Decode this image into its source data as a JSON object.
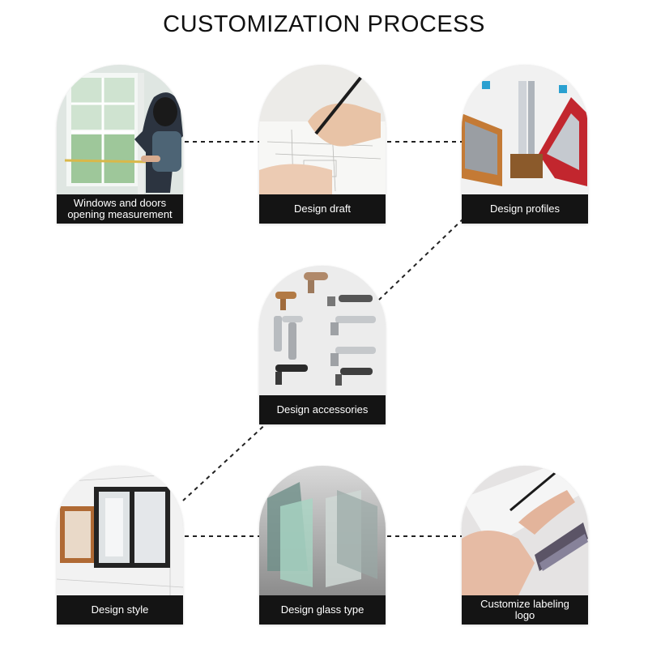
{
  "title": "CUSTOMIZATION PROCESS",
  "steps": [
    {
      "label": "Windows and doors\nopening measurement"
    },
    {
      "label": "Design draft"
    },
    {
      "label": "Design profiles"
    },
    {
      "label": "Design accessories"
    },
    {
      "label": "Design style"
    },
    {
      "label": "Design glass type"
    },
    {
      "label": "Customize labeling\nlogo"
    }
  ]
}
